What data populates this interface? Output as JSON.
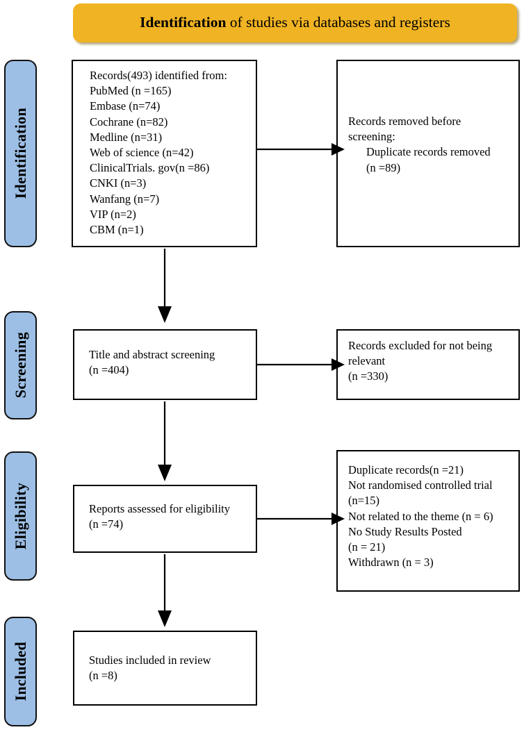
{
  "header": {
    "emphasis": "Identification",
    "rest": " of studies via databases and registers",
    "full": "Identification of studies via databases and registers",
    "background_color": "#F0B323"
  },
  "theme": {
    "stage_pill_color": "#9DBFE5",
    "banner_color": "#F0B323",
    "box_border_color": "#000000",
    "page_background": "#FFFFFF"
  },
  "stages": [
    {
      "id": "identification",
      "label": "Identification"
    },
    {
      "id": "screening",
      "label": "Screening"
    },
    {
      "id": "eligibility",
      "label": "Eligibility"
    },
    {
      "id": "included",
      "label": "Included"
    }
  ],
  "boxes": {
    "records_identified": {
      "heading": "Records(493) identified from:",
      "sources": [
        {
          "name": "PubMed",
          "count_text": "(n =165)",
          "count": 165
        },
        {
          "name": "Embase",
          "count_text": "(n=74)",
          "count": 74
        },
        {
          "name": "Cochrane",
          "count_text": "(n=82)",
          "count": 82
        },
        {
          "name": "Medline",
          "count_text": "(n=31)",
          "count": 31
        },
        {
          "name": "Web of science",
          "count_text": "(n=42)",
          "count": 42
        },
        {
          "name": "ClinicalTrials. gov",
          "count_text": "(n =86)",
          "count": 86
        },
        {
          "name": "CNKI",
          "count_text": "(n=3)",
          "count": 3
        },
        {
          "name": "Wanfang",
          "count_text": "(n=7)",
          "count": 7
        },
        {
          "name": "VIP",
          "count_text": "(n=2)",
          "count": 2
        },
        {
          "name": "CBM",
          "count_text": "(n=1)",
          "count": 1
        }
      ],
      "text": "Records(493) identified from:\nPubMed (n =165)\nEmbase (n=74)\nCochrane (n=82)\nMedline (n=31)\nWeb of science (n=42)\nClinicalTrials. gov(n =86)\nCNKI (n=3)\nWanfang (n=7)\nVIP (n=2)\nCBM (n=1)",
      "total": 493
    },
    "records_removed": {
      "heading": "Records removed before screening:",
      "detail": "Duplicate records removed",
      "detail_count_text": "(n =89)",
      "detail_count": 89,
      "line1": "Records removed before",
      "line2": "screening:",
      "line3": "Duplicate records removed",
      "line4": "(n =89)"
    },
    "title_abstract": {
      "label": "Title and abstract screening",
      "count_text": "(n =404)",
      "count": 404,
      "text": "Title and abstract screening\n(n =404)"
    },
    "records_excluded": {
      "label": "Records excluded for not being relevant",
      "count_text": "(n =330)",
      "count": 330,
      "text": "Records excluded for not being relevant\n(n =330)"
    },
    "reports_assessed": {
      "label": "Reports assessed for eligibility",
      "count_text": "(n =74)",
      "count": 74,
      "text": "Reports assessed for eligibility\n(n =74)"
    },
    "reports_excluded": {
      "reasons": [
        {
          "reason": "Duplicate records",
          "count_text": "(n =21)",
          "count": 21
        },
        {
          "reason": "Not randomised controlled trial",
          "count_text": "(n=15)",
          "count": 15
        },
        {
          "reason": "Not related to the theme",
          "count_text": "(n = 6)",
          "count": 6
        },
        {
          "reason": "No Study Results Posted",
          "count_text": "(n = 21)",
          "count": 21
        },
        {
          "reason": "Withdrawn",
          "count_text": "(n = 3)",
          "count": 3
        }
      ],
      "text": "Duplicate records(n =21)\nNot randomised controlled trial\n(n=15)\nNot related to the theme (n = 6)\nNo Study Results Posted\n(n = 21)\nWithdrawn (n = 3)"
    },
    "studies_included": {
      "label": "Studies included in review",
      "count_text": "(n =8)",
      "count": 8,
      "text": "Studies included in review\n(n =8)"
    }
  },
  "connectors": [
    {
      "id": "identified-to-removed",
      "from": "records_identified",
      "to": "records_removed",
      "direction": "right"
    },
    {
      "id": "identified-to-screening",
      "from": "records_identified",
      "to": "title_abstract",
      "direction": "down"
    },
    {
      "id": "screening-to-excluded",
      "from": "title_abstract",
      "to": "records_excluded",
      "direction": "right"
    },
    {
      "id": "screening-to-eligibility",
      "from": "title_abstract",
      "to": "reports_assessed",
      "direction": "down"
    },
    {
      "id": "eligibility-to-excluded",
      "from": "reports_assessed",
      "to": "reports_excluded",
      "direction": "right"
    },
    {
      "id": "eligibility-to-included",
      "from": "reports_assessed",
      "to": "studies_included",
      "direction": "down"
    }
  ]
}
